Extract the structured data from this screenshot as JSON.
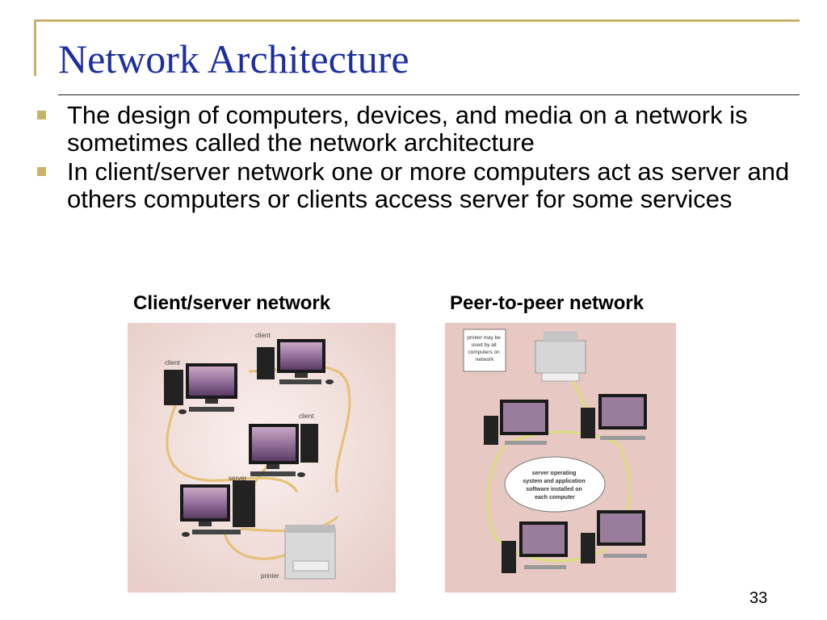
{
  "slide": {
    "title": "Network Architecture",
    "bullets": [
      "The design of computers, devices, and media on a network is sometimes called the network architecture",
      "In client/server network one or more computers act as server and others computers or clients access server for some services"
    ],
    "page_number": "33",
    "accent_color": "#c9b36b",
    "title_color": "#1c2fa0"
  },
  "client_server": {
    "caption": "Client/server network",
    "labels": {
      "client_top": "client",
      "client_left": "client",
      "client_right": "client",
      "server": "server",
      "printer": "printer"
    }
  },
  "peer_to_peer": {
    "caption": "Peer-to-peer network",
    "callout_printer": [
      "printer may be",
      "used by all",
      "computers on",
      "network"
    ],
    "callout_center": [
      "server operating",
      "system and application",
      "software installed on",
      "each computer"
    ]
  }
}
